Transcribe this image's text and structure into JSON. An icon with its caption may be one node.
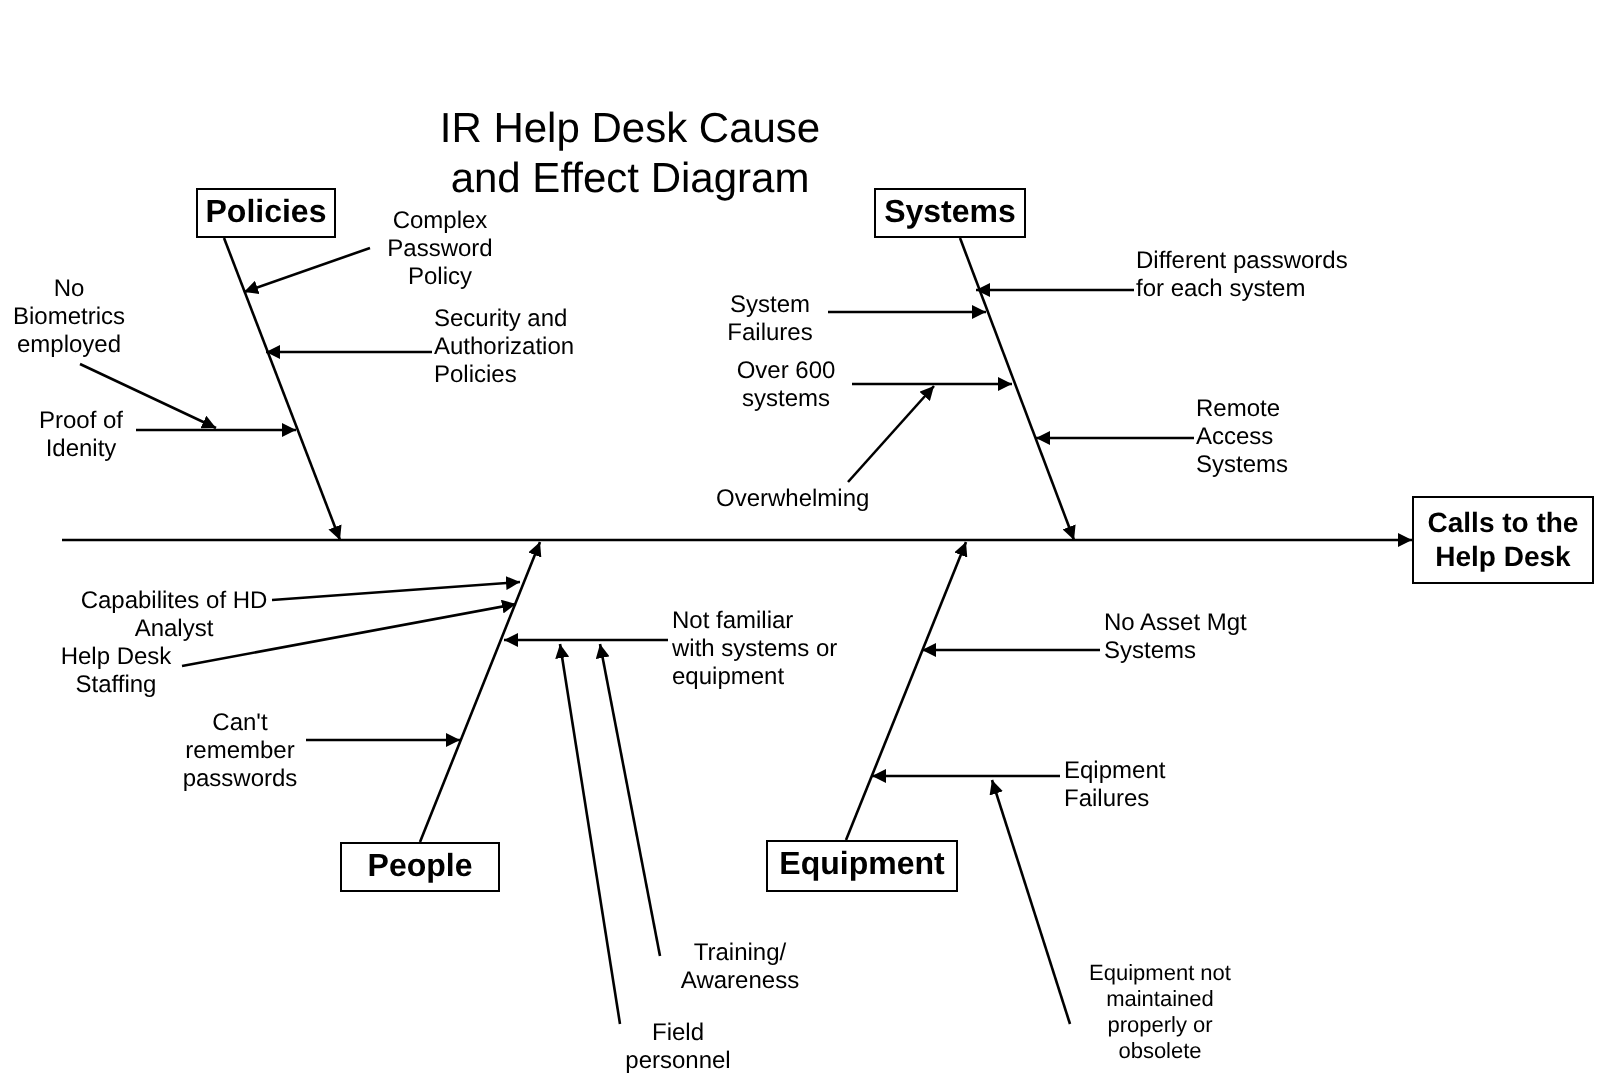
{
  "diagram": {
    "title": "IR Help Desk Cause and Effect Diagram",
    "nodes": [
      {
        "text": [
          "Policies"
        ]
      },
      {
        "text": [
          "Systems"
        ]
      },
      {
        "text": [
          "People"
        ]
      },
      {
        "text": [
          "Equipment"
        ]
      },
      {
        "text": [
          "Calls to the Help Desk"
        ]
      },
      {
        "text": [
          "Complex Password Policy"
        ]
      },
      {
        "text": [
          "Security and Authorization Policies"
        ]
      },
      {
        "text": [
          "No Biometrics employed"
        ]
      },
      {
        "text": [
          "Proof of Idenity"
        ]
      },
      {
        "text": [
          "System Failures"
        ]
      },
      {
        "text": [
          "Different passwords for each system"
        ]
      },
      {
        "text": [
          "Over 600 systems"
        ]
      },
      {
        "text": [
          "Remote Access Systems"
        ]
      },
      {
        "text": [
          "Overwhelming"
        ]
      },
      {
        "text": [
          "Capabilites of HD Analyst"
        ]
      },
      {
        "text": [
          "Help Desk Staffing"
        ]
      },
      {
        "text": [
          "Can't remember passwords"
        ]
      },
      {
        "text": [
          "Not familiar with systems or equipment"
        ]
      },
      {
        "text": [
          "Training/ Awareness"
        ]
      },
      {
        "text": [
          "Field personnel"
        ]
      },
      {
        "text": [
          "No Asset Mgt Systems"
        ]
      },
      {
        "text": [
          "Eqipment Failures"
        ]
      },
      {
        "text": [
          "Equipment not maintained properly or obsolete"
        ]
      }
    ],
    "edges": [
      {
        "from": 0,
        "to": null,
        "arrow": "to"
      },
      {
        "from": 1,
        "to": null,
        "arrow": "to"
      },
      {
        "from": 2,
        "to": null,
        "arrow": "to"
      },
      {
        "from": 3,
        "to": null,
        "arrow": "to"
      },
      {
        "from": null,
        "to": 4,
        "arrow": "to"
      },
      {
        "from": 5,
        "to": null,
        "arrow": "to"
      },
      {
        "from": 6,
        "to": null,
        "arrow": "to"
      },
      {
        "from": 7,
        "to": null,
        "arrow": "to"
      },
      {
        "from": 8,
        "to": null,
        "arrow": "to"
      },
      {
        "from": 9,
        "to": null,
        "arrow": "to"
      },
      {
        "from": 10,
        "to": null,
        "arrow": "to"
      },
      {
        "from": 11,
        "to": null,
        "arrow": "to"
      },
      {
        "from": 12,
        "to": null,
        "arrow": "to"
      },
      {
        "from": 13,
        "to": null,
        "arrow": "to"
      },
      {
        "from": 14,
        "to": null,
        "arrow": "to"
      },
      {
        "from": 15,
        "to": null,
        "arrow": "to"
      },
      {
        "from": 16,
        "to": null,
        "arrow": "to"
      },
      {
        "from": 17,
        "to": null,
        "arrow": "to"
      },
      {
        "from": 18,
        "to": null,
        "arrow": "to"
      },
      {
        "from": 19,
        "to": null,
        "arrow": "to"
      },
      {
        "from": 20,
        "to": null,
        "arrow": "to"
      },
      {
        "from": 21,
        "to": null,
        "arrow": "to"
      },
      {
        "from": 22,
        "to": null,
        "arrow": "to"
      }
    ]
  }
}
